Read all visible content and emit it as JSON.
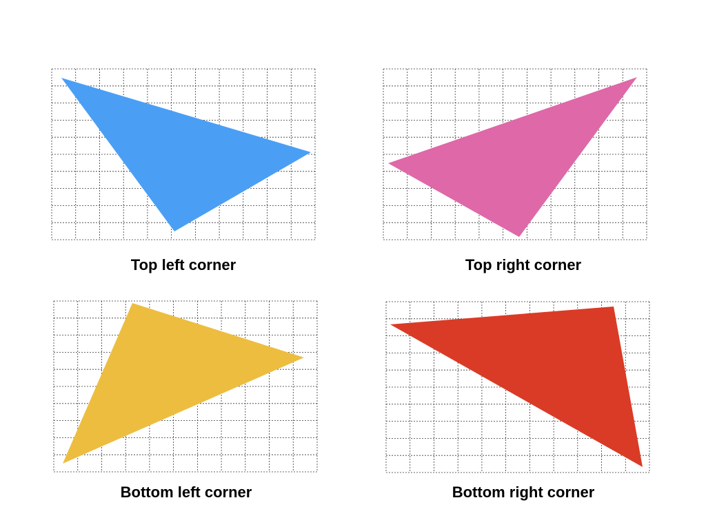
{
  "panels": [
    {
      "id": "top-left",
      "caption": "Top left corner",
      "color": "#4A9FF5"
    },
    {
      "id": "top-right",
      "caption": "Top right corner",
      "color": "#DE68A8"
    },
    {
      "id": "bottom-left",
      "caption": "Bottom left corner",
      "color": "#EDBD3F"
    },
    {
      "id": "bottom-right",
      "caption": "Bottom right corner",
      "color": "#DA3B26"
    }
  ]
}
